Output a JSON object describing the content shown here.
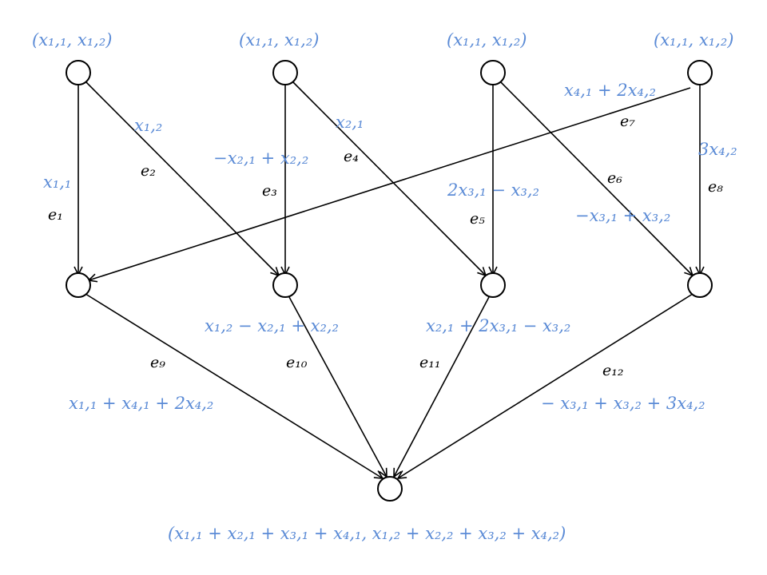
{
  "colors": {
    "label": "#5b8bd6",
    "edge_name": "#000000",
    "line": "#000000"
  },
  "source_labels": [
    "(x₁,₁, x₁,₂)",
    "(x₁,₁, x₁,₂)",
    "(x₁,₁, x₁,₂)",
    "(x₁,₁, x₁,₂)"
  ],
  "edges": [
    {
      "name": "e₁",
      "message": "x₁,₁"
    },
    {
      "name": "e₂",
      "message": "x₁,₂"
    },
    {
      "name": "e₃",
      "message": "−x₂,₁ + x₂,₂"
    },
    {
      "name": "e₄",
      "message": "x₂,₁"
    },
    {
      "name": "e₅",
      "message": "2x₃,₁ − x₃,₂"
    },
    {
      "name": "e₆",
      "message": "−x₃,₁ + x₃,₂"
    },
    {
      "name": "e₇",
      "message": "x₄,₁ + 2x₄,₂"
    },
    {
      "name": "e₈",
      "message": "3x₄,₂"
    },
    {
      "name": "e₉",
      "message": "x₁,₁ + x₄,₁ + 2x₄,₂"
    },
    {
      "name": "e₁₀",
      "message": "x₁,₂ − x₂,₁ + x₂,₂"
    },
    {
      "name": "e₁₁",
      "message": "x₂,₁ + 2x₃,₁ − x₃,₂"
    },
    {
      "name": "e₁₂",
      "message": "− x₃,₁ + x₃,₂ + 3x₄,₂"
    }
  ],
  "sink_label": "(x₁,₁ + x₂,₁ + x₃,₁ + x₄,₁, x₁,₂ + x₂,₂ + x₃,₂ + x₄,₂)"
}
